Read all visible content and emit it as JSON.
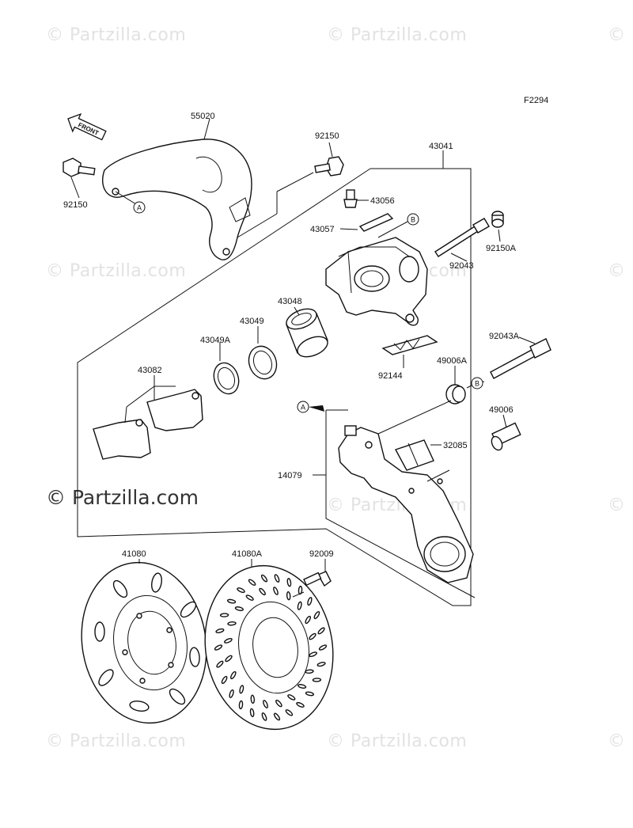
{
  "figure_code": "F2294",
  "watermark": "© Partzilla.com",
  "front_arrow_label": "FRONT",
  "callout_a": "A",
  "callout_b": "B",
  "parts": {
    "p55020": "55020",
    "p92150_top": "92150",
    "p92150_left": "92150",
    "p43041": "43041",
    "p43056": "43056",
    "p43057": "43057",
    "p92150A": "92150A",
    "p92043": "92043",
    "p43048": "43048",
    "p43049": "43049",
    "p43049A": "43049A",
    "p43082": "43082",
    "p92043A": "92043A",
    "p92144": "92144",
    "p49006A": "49006A",
    "p49006": "49006",
    "p32085": "32085",
    "p14079": "14079",
    "p41080": "41080",
    "p41080A": "41080A",
    "p92009": "92009"
  }
}
